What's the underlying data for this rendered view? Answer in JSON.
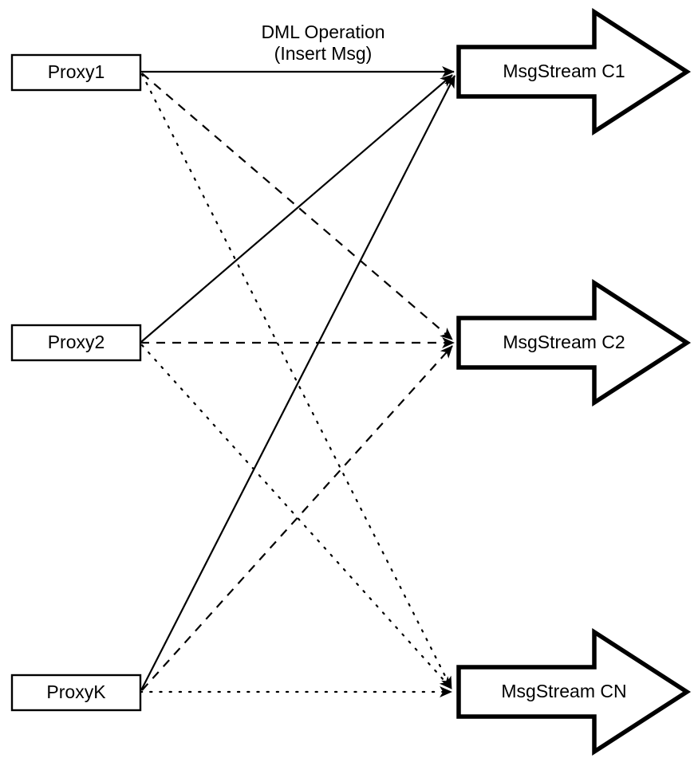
{
  "diagram": {
    "title": "",
    "colors": {
      "stroke": "#000000",
      "fill": "#ffffff",
      "text": "#000000"
    },
    "annotations": [
      {
        "id": "dml-operation",
        "line1": "DML Operation",
        "line2": "(Insert Msg)"
      }
    ],
    "proxies": [
      {
        "id": "proxy1",
        "label": "Proxy1"
      },
      {
        "id": "proxy2",
        "label": "Proxy2"
      },
      {
        "id": "proxyk",
        "label": "ProxyK"
      }
    ],
    "streams": [
      {
        "id": "msgstream-c1",
        "label": "MsgStream C1"
      },
      {
        "id": "msgstream-c2",
        "label": "MsgStream C2"
      },
      {
        "id": "msgstream-cn",
        "label": "MsgStream CN"
      }
    ],
    "edges": [
      {
        "id": "proxy1-to-c1",
        "from": "Proxy1",
        "to": "MsgStream C1",
        "style": "solid"
      },
      {
        "id": "proxy1-to-c2",
        "from": "Proxy1",
        "to": "MsgStream C2",
        "style": "dashed"
      },
      {
        "id": "proxy1-to-cn",
        "from": "Proxy1",
        "to": "MsgStream CN",
        "style": "dotted"
      },
      {
        "id": "proxy2-to-c1",
        "from": "Proxy2",
        "to": "MsgStream C1",
        "style": "solid"
      },
      {
        "id": "proxy2-to-c2",
        "from": "Proxy2",
        "to": "MsgStream C2",
        "style": "dashed"
      },
      {
        "id": "proxy2-to-cn",
        "from": "Proxy2",
        "to": "MsgStream CN",
        "style": "dotted"
      },
      {
        "id": "proxyk-to-c1",
        "from": "ProxyK",
        "to": "MsgStream C1",
        "style": "solid"
      },
      {
        "id": "proxyk-to-c2",
        "from": "ProxyK",
        "to": "MsgStream C2",
        "style": "dashed"
      },
      {
        "id": "proxyk-to-cn",
        "from": "ProxyK",
        "to": "MsgStream CN",
        "style": "dotted"
      }
    ]
  }
}
